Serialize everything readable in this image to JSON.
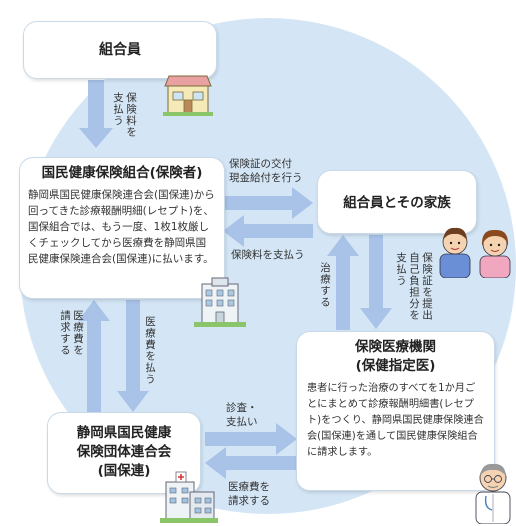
{
  "nodes": {
    "member": {
      "title": "組合員"
    },
    "union": {
      "title": "国民健康保険組合(保険者)",
      "body": "静岡県国民健康保険連合会(国保連)から回ってきた診療報酬明細(レセプト)を、国保組合では、もう一度、1枚1枚厳しくチェックしてから医療費を静岡県国民健康保険連合会(国保連)に払います。"
    },
    "family": {
      "title": "組合員とその家族"
    },
    "medical": {
      "title_line1": "保険医療機関",
      "title_line2": "(保健指定医)",
      "body": "患者に行った治療のすべてを1か月ごとにまとめて診療報酬明細書(レセプト)をつくり、静岡県国民健康保険連合会(国保連)を通して国民健康保険組合に請求します。"
    },
    "federation": {
      "title_line1": "静岡県国民健康",
      "title_line2": "保険団体連合会",
      "title_line3": "(国保連)"
    }
  },
  "arrow_labels": {
    "pay_premium_top": "保険料を\n支払う",
    "insurance_card": "保険証の交付\n現金給付を行う",
    "pay_premium_mid": "保険料を支払う",
    "treatment": "治療する",
    "show_card": "保険証を提出\n自己負担分を\n支払う",
    "claim_medical_fee": "医療費を\n請求する",
    "pay_medical_fee": "医療費を払う",
    "review_pay": "診査・\n支払い",
    "claim_bottom": "医療費を\n請求する"
  },
  "colors": {
    "background_circle": "#d4e6f6",
    "arrow": "#a8c2e8",
    "box_border": "#c9d9e8"
  },
  "icons": [
    "shop-icon",
    "union-building-icon",
    "family-icon",
    "hospital-icon",
    "doctor-icon"
  ]
}
